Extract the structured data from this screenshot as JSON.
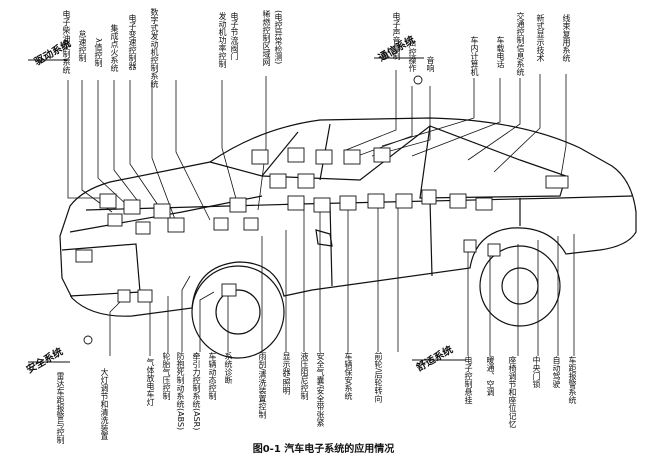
{
  "groups": {
    "drive": "驱动系统",
    "comm": "通信系统",
    "safety": "安全系统",
    "comfort": "舒适系统"
  },
  "top_labels": [
    "电子柴油控制系统",
    "怠速控制",
    "λ值控制",
    "集成点火系统",
    "电子变速控制器",
    "数字式发动机控制系统",
    "发动机功率控制",
    "电子节流阀门",
    "稀燃控制区域网",
    "(电控异常检测)",
    "电子声音复制",
    "声控操作",
    "音响",
    "车内计算机",
    "车载电话",
    "交通控制信息系统",
    "新式显示技术",
    "线束复用系统"
  ],
  "bottom_left_labels": [
    "雷达车距报警与控制",
    "大灯调节和清洗装置"
  ],
  "bottom_labels": [
    "气体放电车灯",
    "轮胎气压控制",
    "防抱死制动系统(ABS)",
    "牵引力控制系统(ASR)",
    "车辆动态控制",
    "系统诊断",
    "雨刮/清洗装置控制",
    "显示器/照明",
    "液压阻尼控制",
    "安全气囊/安全带张紧",
    "车辆保安系统",
    "前轮/后轮转向"
  ],
  "bottom_right_labels": [
    "电子控制悬挂",
    "暖通、空调",
    "座椅调节和座位记忆",
    "中央门锁",
    "自动驾驶",
    "车距报警系统"
  ],
  "caption": "图0-1  汽车电子系统的应用情况"
}
